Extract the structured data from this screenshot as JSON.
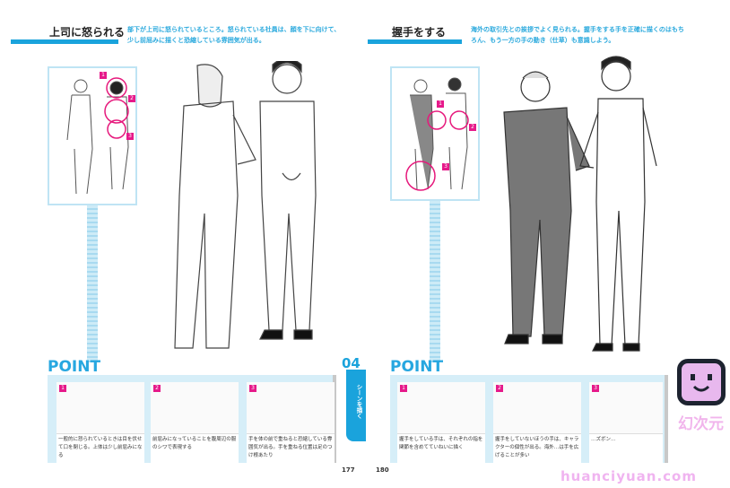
{
  "left_page": {
    "title": "上司に怒られる",
    "lead": "部下が上司に怒られているところ。怒られている社員は、顔を下に向けて、少し前屈みに描くと恐縮している雰囲気が出る。",
    "callouts": [
      "1",
      "2",
      "3"
    ],
    "point_label": "POINT",
    "points": [
      {
        "num": "1",
        "text": "一般的に怒られているときは目を伏せて口を閉じる。上体は少し前屈みになる"
      },
      {
        "num": "2",
        "text": "前屈みになっていることを腹周辺の服のシワで表現する"
      },
      {
        "num": "3",
        "text": "手を体の前で重ねると恐縮している雰囲気が出る。手を重ねる位置は足のつけ根あたり"
      }
    ],
    "page_number": "177",
    "section_tab": {
      "number": "04",
      "label": "シーンを描く"
    }
  },
  "right_page": {
    "title": "握手をする",
    "lead": "海外の取引先との挨拶でよく見られる。握手をする手を正確に描くのはもちろん、もう一方の手の動き（仕草）も意識しよう。",
    "callouts": [
      "1",
      "2",
      "3"
    ],
    "point_label": "POINT",
    "points": [
      {
        "num": "1",
        "text": "握手をしている手は、それぞれの指を関節を含めてていねいに描く"
      },
      {
        "num": "2",
        "text": "握手をしていないほうの手は、キャラクターの個性が出る。海外…は手を広げることが多い"
      },
      {
        "num": "3",
        "text": "…ズボン…"
      }
    ],
    "page_number": "180"
  },
  "watermark": {
    "text_cn": "幻次元",
    "url": "huanciyuan.com"
  },
  "colors": {
    "accent": "#1aa3dc",
    "callout": "#e6198a",
    "panel": "#d6eef8"
  }
}
